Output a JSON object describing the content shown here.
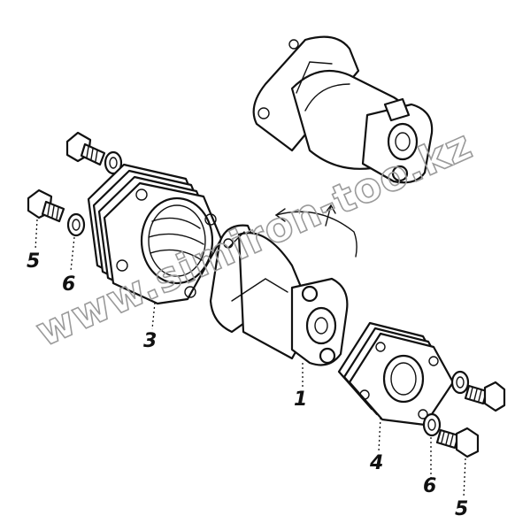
{
  "watermark": "www.simiron-too.kz",
  "callouts": {
    "gasket_left": "3",
    "bracket": "1",
    "gasket_right": "4",
    "bolt_left": "5",
    "washer_left": "6",
    "washer_right": "6",
    "bolt_right": "5"
  },
  "colors": {
    "line": "#111111",
    "watermark": "#9a9a9a",
    "background": "#ffffff"
  }
}
